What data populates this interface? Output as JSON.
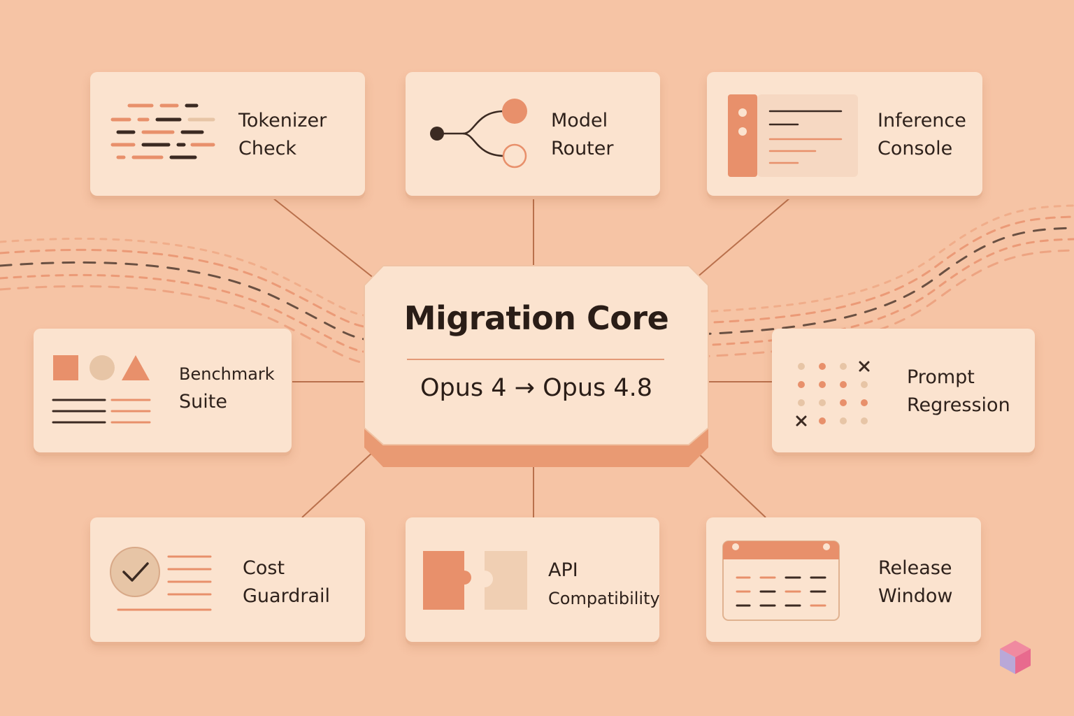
{
  "core": {
    "title": "Migration Core",
    "subtitle": "Opus 4 → Opus 4.8"
  },
  "modules": {
    "tokenizer_check": [
      "Tokenizer",
      "Check"
    ],
    "model_router": [
      "Model",
      "Router"
    ],
    "inference_console": [
      "Inference",
      "Console"
    ],
    "benchmark_suite": [
      "Benchmark",
      "Suite"
    ],
    "prompt_regression": [
      "Prompt",
      "Regression"
    ],
    "cost_guardrail": [
      "Cost",
      "Guardrail"
    ],
    "api_compatibility": [
      "API",
      "Compatibility"
    ],
    "release_window": [
      "Release",
      "Window"
    ]
  },
  "colors": {
    "background": "#f6c4a5",
    "card": "#fbe3cf",
    "accent": "#e8906b",
    "dark": "#3b2a22",
    "muted": "#e7c5a6"
  }
}
